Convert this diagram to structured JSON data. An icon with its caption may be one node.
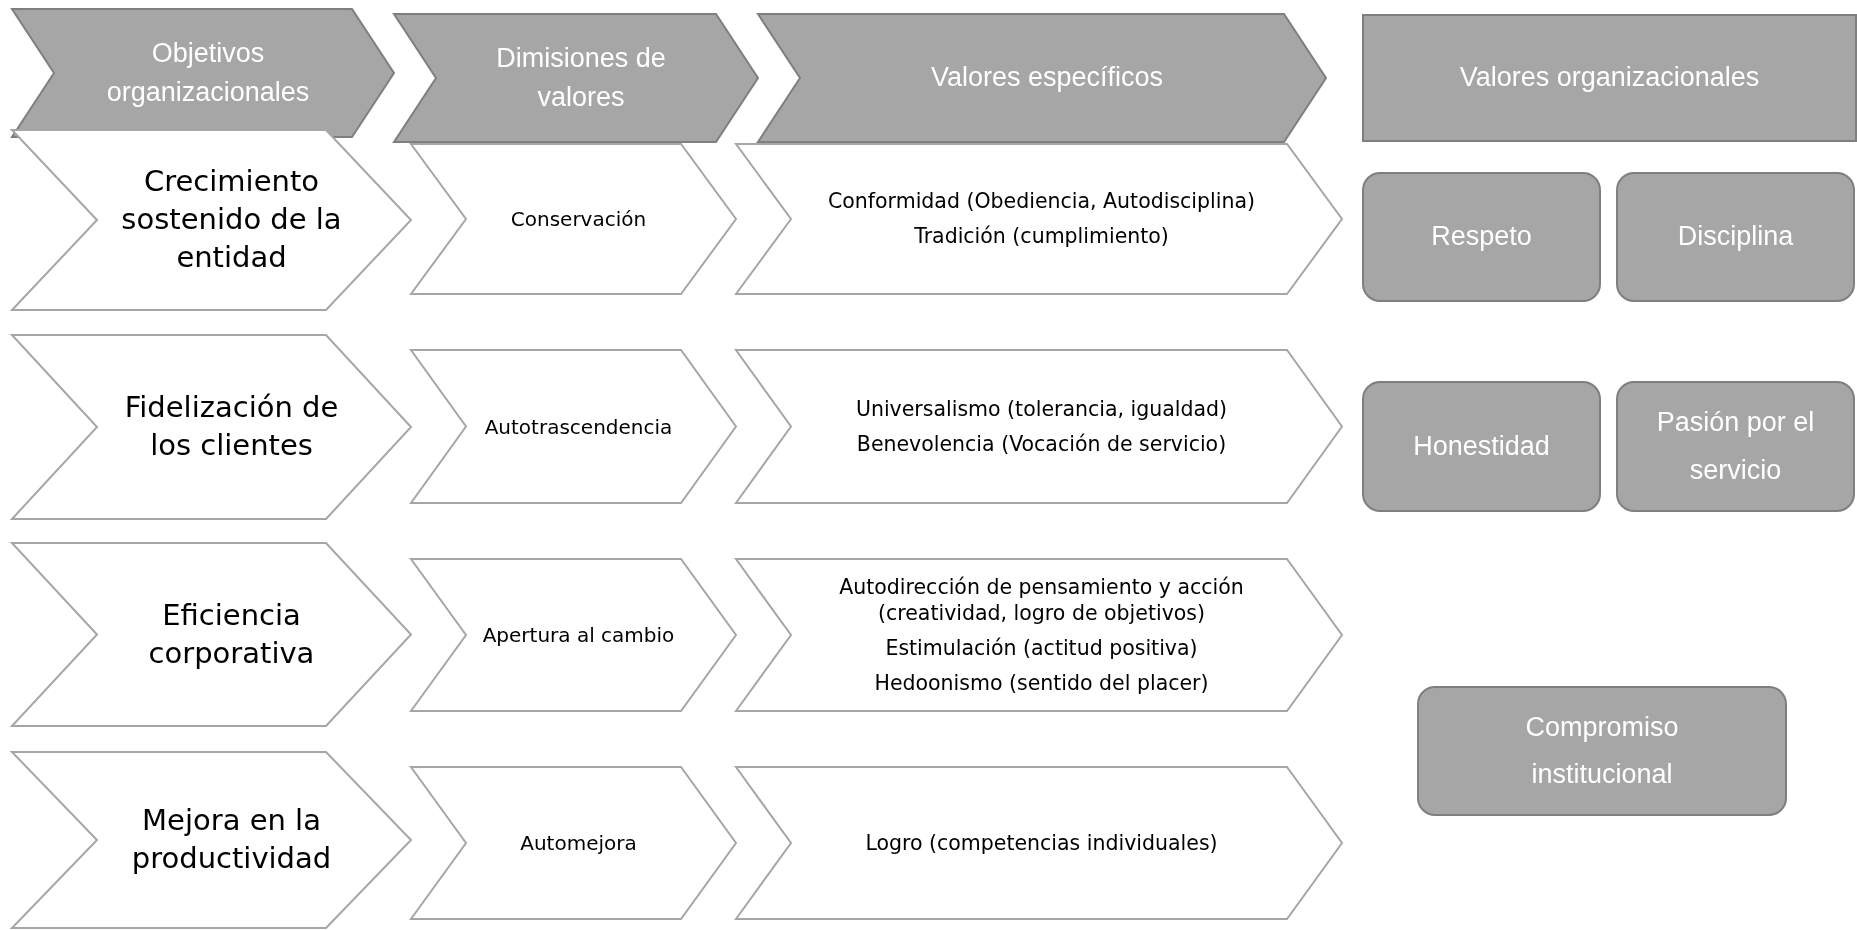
{
  "diagram": {
    "nodes": [
      {
        "text": [
          "Objetivos organizacionales"
        ]
      },
      {
        "text": [
          "Dimisiones de valores"
        ]
      },
      {
        "text": [
          "Valores específicos"
        ]
      },
      {
        "text": [
          "Valores organizacionales"
        ]
      },
      {
        "text": [
          "Crecimiento sostenido de la entidad"
        ]
      },
      {
        "text": [
          "Conservación"
        ]
      },
      {
        "text": [
          "Conformidad (Obediencia, Autodisciplina)",
          "Tradición (cumplimiento)"
        ]
      },
      {
        "text": [
          "Fidelización de los clientes"
        ]
      },
      {
        "text": [
          "Autotrascendencia"
        ]
      },
      {
        "text": [
          "Universalismo (tolerancia, igualdad)",
          "Benevolencia (Vocación de servicio)"
        ]
      },
      {
        "text": [
          "Eficiencia corporativa"
        ]
      },
      {
        "text": [
          "Apertura al cambio"
        ]
      },
      {
        "text": [
          "Autodirección de pensamiento y acción (creatividad, logro de objetivos)",
          "Estimulación (actitud positiva)",
          "Hedoonismo (sentido del placer)"
        ]
      },
      {
        "text": [
          "Mejora en la productividad"
        ]
      },
      {
        "text": [
          "Automejora"
        ]
      },
      {
        "text": [
          "Logro (competencias individuales)"
        ]
      },
      {
        "text": [
          "Respeto"
        ]
      },
      {
        "text": [
          "Disciplina"
        ]
      },
      {
        "text": [
          "Honestidad"
        ]
      },
      {
        "text": [
          "Pasión por el servicio"
        ]
      },
      {
        "text": [
          "Compromiso institucional"
        ]
      }
    ]
  }
}
